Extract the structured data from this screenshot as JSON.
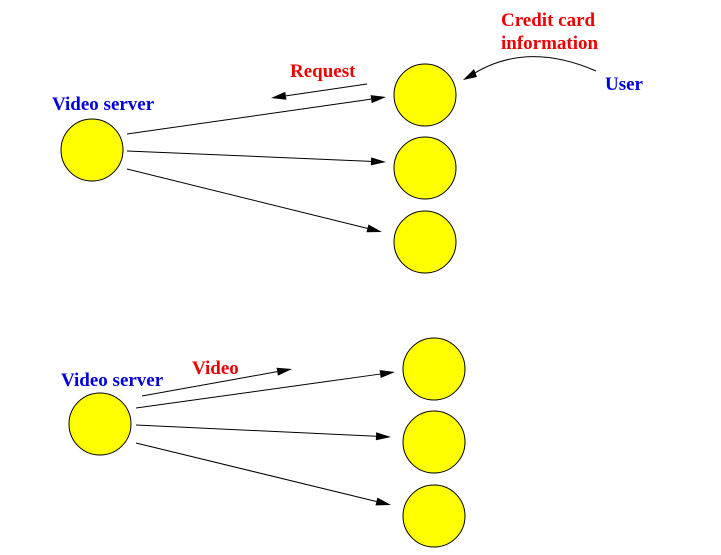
{
  "colors": {
    "server_label": "#0000dd",
    "annotation": "#ee0000",
    "user_label": "#0000dd",
    "node_fill": "#ffff00",
    "stroke": "#000000"
  },
  "top": {
    "server_label": "Video server",
    "request_label": "Request",
    "credit_label_line1": "Credit card",
    "credit_label_line2": "information",
    "user_label": "User"
  },
  "bottom": {
    "server_label": "Video server",
    "video_label": "Video"
  }
}
